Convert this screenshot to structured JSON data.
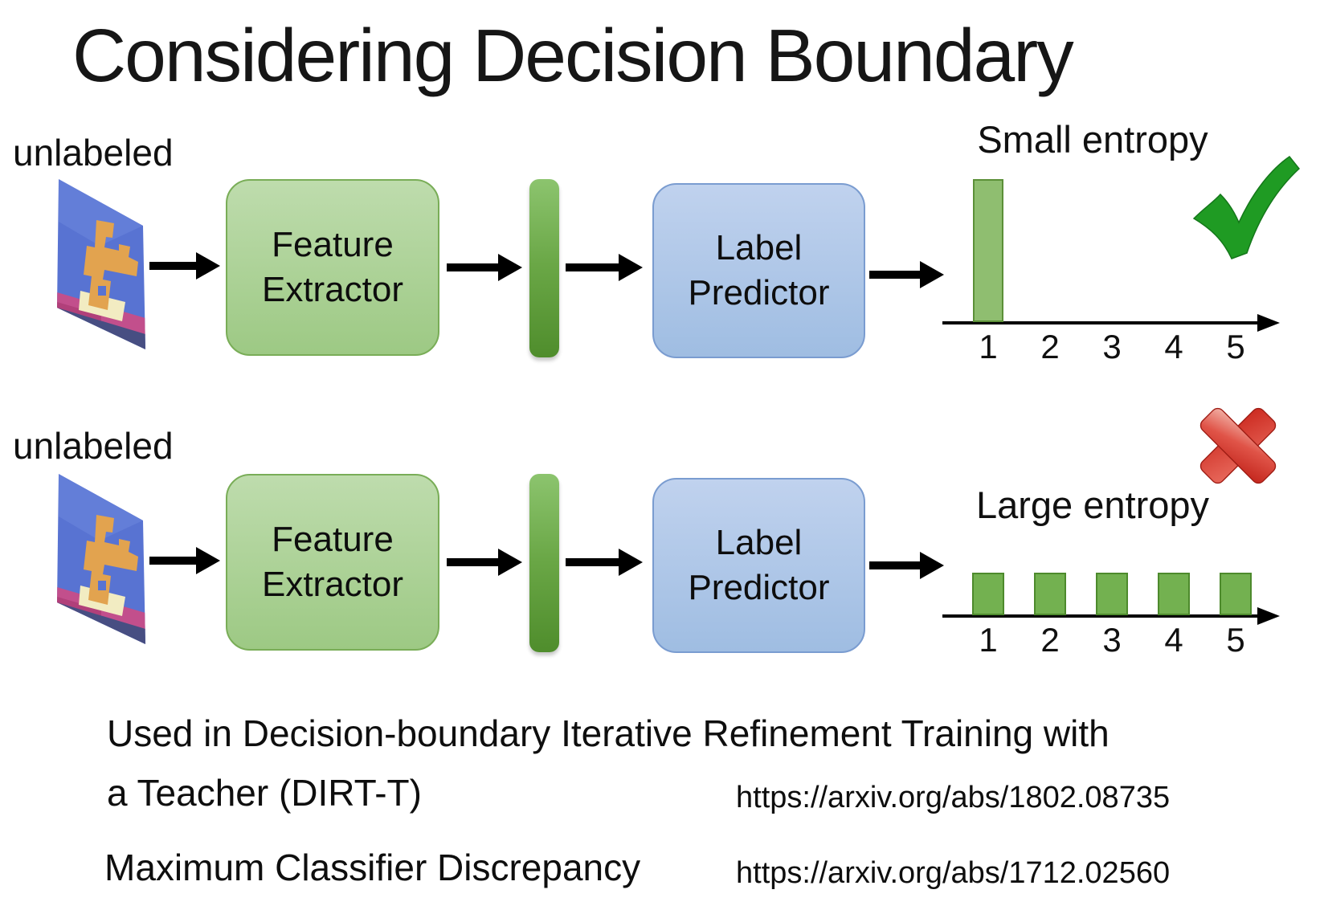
{
  "title": "Considering Decision Boundary",
  "row1": {
    "input_label": "unlabeled",
    "feature_box": "Feature\nExtractor",
    "predictor_box": "Label\nPredictor",
    "entropy_label": "Small entropy",
    "verdict_icon": "green-checkmark",
    "ticks": [
      "1",
      "2",
      "3",
      "4",
      "5"
    ]
  },
  "row2": {
    "input_label": "unlabeled",
    "feature_box": "Feature\nExtractor",
    "predictor_box": "Label\nPredictor",
    "entropy_label": "Large entropy",
    "verdict_icon": "red-cross",
    "ticks": [
      "1",
      "2",
      "3",
      "4",
      "5"
    ]
  },
  "histograms": {
    "row1": [
      1,
      0,
      0,
      0,
      0
    ],
    "row2": [
      0.3,
      0.3,
      0.3,
      0.3,
      0.3
    ]
  },
  "footer": {
    "line1": "Used in Decision-boundary Iterative Refinement Training with",
    "line2": "a Teacher (DIRT-T)",
    "line3": "Maximum Classifier Discrepancy",
    "url1": "https://arxiv.org/abs/1802.08735",
    "url2": "https://arxiv.org/abs/1712.02560"
  },
  "colors": {
    "green_box_top": "#bedcad",
    "green_box_bottom": "#9dc984",
    "green_box_border": "#79ad57",
    "blue_box_top": "#c0d2ee",
    "blue_box_bottom": "#9fbde2",
    "blue_box_border": "#7a9cd0",
    "bar_top": "#8cc46e",
    "bar_bottom": "#4f8d2c",
    "hist1_fill": "#8fbe70",
    "hist1_border": "#5c9038",
    "hist2_fill": "#73b150",
    "hist2_border": "#4d8a2c",
    "check_green": "#1f9b23",
    "cross_red": "#da3a2e",
    "text": "#141414"
  }
}
